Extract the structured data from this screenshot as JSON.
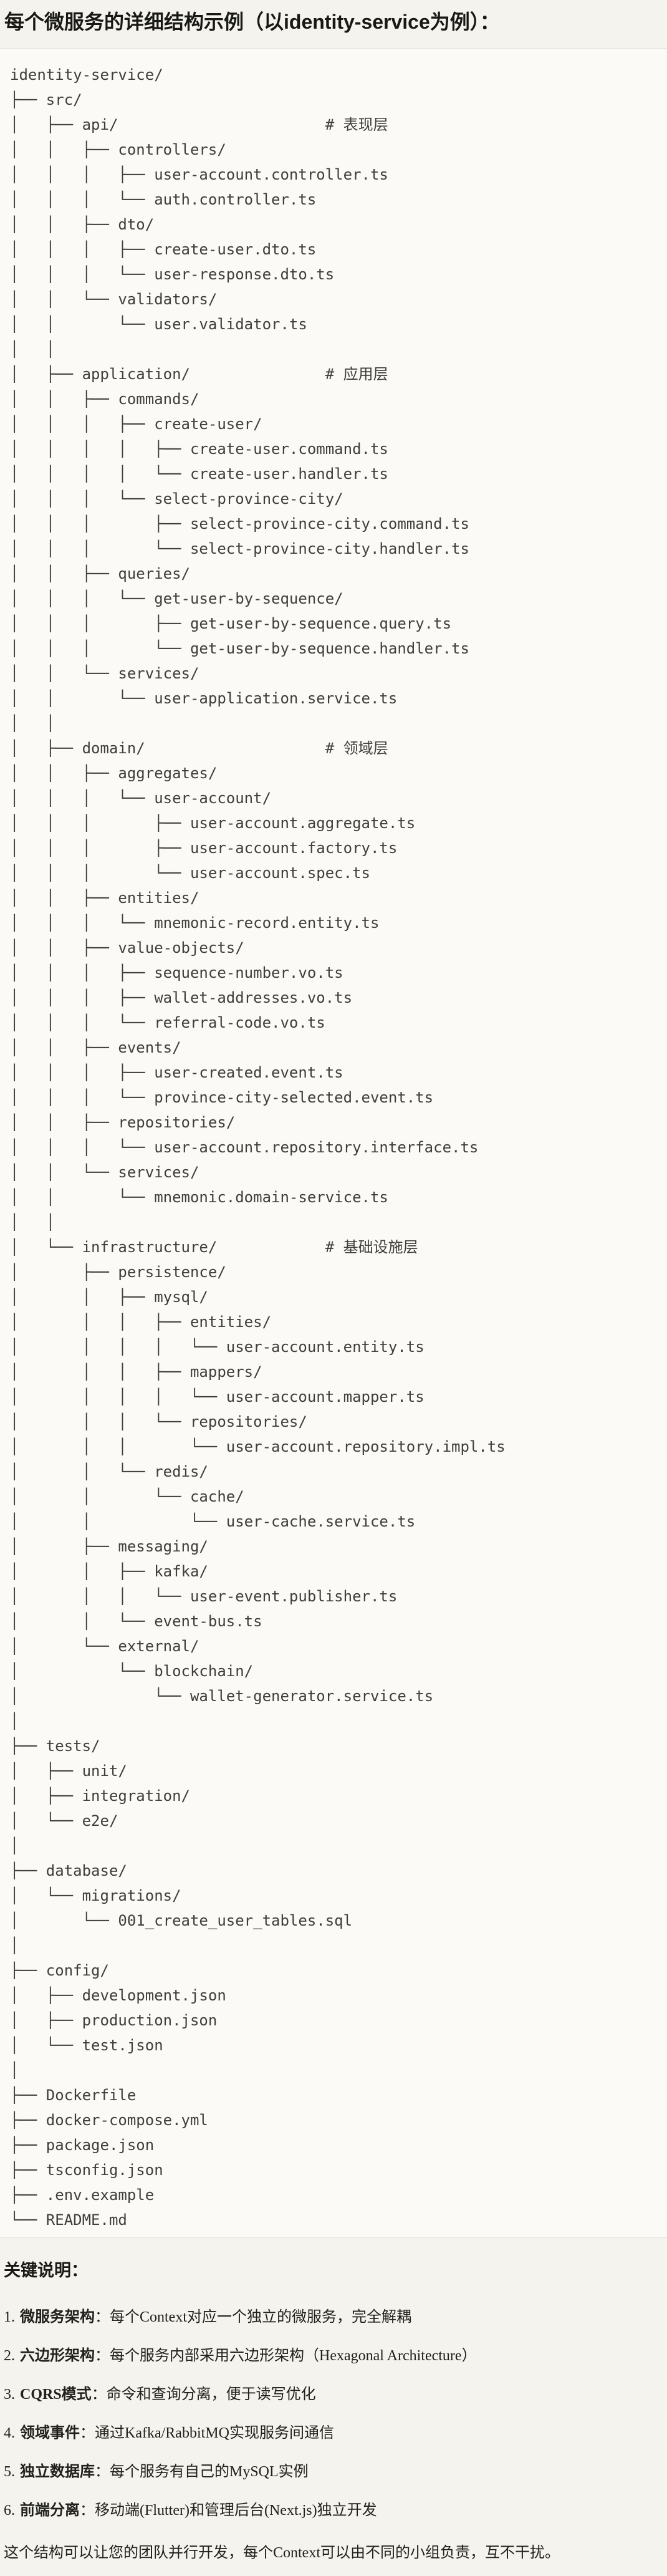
{
  "title": "每个微服务的详细结构示例（以identity-service为例）：",
  "tree": {
    "lines": [
      "identity-service/",
      "├── src/",
      "│   ├── api/                       # 表现层",
      "│   │   ├── controllers/",
      "│   │   │   ├── user-account.controller.ts",
      "│   │   │   └── auth.controller.ts",
      "│   │   ├── dto/",
      "│   │   │   ├── create-user.dto.ts",
      "│   │   │   └── user-response.dto.ts",
      "│   │   └── validators/",
      "│   │       └── user.validator.ts",
      "│   │",
      "│   ├── application/               # 应用层",
      "│   │   ├── commands/",
      "│   │   │   ├── create-user/",
      "│   │   │   │   ├── create-user.command.ts",
      "│   │   │   │   └── create-user.handler.ts",
      "│   │   │   └── select-province-city/",
      "│   │   │       ├── select-province-city.command.ts",
      "│   │   │       └── select-province-city.handler.ts",
      "│   │   ├── queries/",
      "│   │   │   └── get-user-by-sequence/",
      "│   │   │       ├── get-user-by-sequence.query.ts",
      "│   │   │       └── get-user-by-sequence.handler.ts",
      "│   │   └── services/",
      "│   │       └── user-application.service.ts",
      "│   │",
      "│   ├── domain/                    # 领域层",
      "│   │   ├── aggregates/",
      "│   │   │   └── user-account/",
      "│   │   │       ├── user-account.aggregate.ts",
      "│   │   │       ├── user-account.factory.ts",
      "│   │   │       └── user-account.spec.ts",
      "│   │   ├── entities/",
      "│   │   │   └── mnemonic-record.entity.ts",
      "│   │   ├── value-objects/",
      "│   │   │   ├── sequence-number.vo.ts",
      "│   │   │   ├── wallet-addresses.vo.ts",
      "│   │   │   └── referral-code.vo.ts",
      "│   │   ├── events/",
      "│   │   │   ├── user-created.event.ts",
      "│   │   │   └── province-city-selected.event.ts",
      "│   │   ├── repositories/",
      "│   │   │   └── user-account.repository.interface.ts",
      "│   │   └── services/",
      "│   │       └── mnemonic.domain-service.ts",
      "│   │",
      "│   └── infrastructure/            # 基础设施层",
      "│       ├── persistence/",
      "│       │   ├── mysql/",
      "│       │   │   ├── entities/",
      "│       │   │   │   └── user-account.entity.ts",
      "│       │   │   ├── mappers/",
      "│       │   │   │   └── user-account.mapper.ts",
      "│       │   │   └── repositories/",
      "│       │   │       └── user-account.repository.impl.ts",
      "│       │   └── redis/",
      "│       │       └── cache/",
      "│       │           └── user-cache.service.ts",
      "│       ├── messaging/",
      "│       │   ├── kafka/",
      "│       │   │   └── user-event.publisher.ts",
      "│       │   └── event-bus.ts",
      "│       └── external/",
      "│           └── blockchain/",
      "│               └── wallet-generator.service.ts",
      "│",
      "├── tests/",
      "│   ├── unit/",
      "│   ├── integration/",
      "│   └── e2e/",
      "│",
      "├── database/",
      "│   └── migrations/",
      "│       └── 001_create_user_tables.sql",
      "│",
      "├── config/",
      "│   ├── development.json",
      "│   ├── production.json",
      "│   └── test.json",
      "│",
      "├── Dockerfile",
      "├── docker-compose.yml",
      "├── package.json",
      "├── tsconfig.json",
      "├── .env.example",
      "└── README.md"
    ]
  },
  "notes": {
    "heading": "关键说明：",
    "items": [
      {
        "num": "1.",
        "label": "微服务架构",
        "text": "：每个Context对应一个独立的微服务，完全解耦"
      },
      {
        "num": "2.",
        "label": "六边形架构",
        "text": "：每个服务内部采用六边形架构（Hexagonal Architecture）"
      },
      {
        "num": "3.",
        "label": "CQRS模式",
        "text": "：命令和查询分离，便于读写优化"
      },
      {
        "num": "4.",
        "label": "领域事件",
        "text": "：通过Kafka/RabbitMQ实现服务间通信"
      },
      {
        "num": "5.",
        "label": "独立数据库",
        "text": "：每个服务有自己的MySQL实例"
      },
      {
        "num": "6.",
        "label": "前端分离",
        "text": "：移动端(Flutter)和管理后台(Next.js)独立开发"
      }
    ],
    "closing": "这个结构可以让您的团队并行开发，每个Context可以由不同的小组负责，互不干扰。"
  },
  "colors": {
    "page_background": "#f5f3ed",
    "code_background": "#fbfaf6",
    "divider": "#e2e0d8",
    "code_text": "#3f3e3b",
    "body_text": "#20201d",
    "title_text": "#181815"
  }
}
